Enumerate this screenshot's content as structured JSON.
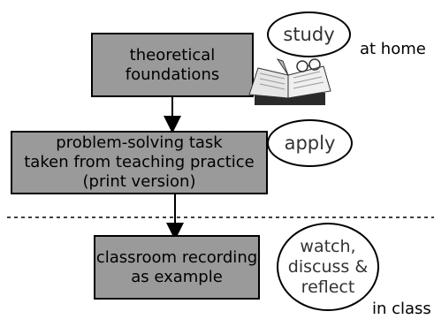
{
  "boxes": {
    "theory": "theoretical\nfoundations",
    "task": "problem-solving task\ntaken from teaching practice\n(print version)",
    "recording": "classroom recording\nas example"
  },
  "ellipses": {
    "study": "study",
    "apply": "apply",
    "watch": "watch,\ndiscuss &\nreflect"
  },
  "locations": {
    "home": "at home",
    "class": "in class"
  },
  "icons": {
    "book": "book-icon"
  }
}
